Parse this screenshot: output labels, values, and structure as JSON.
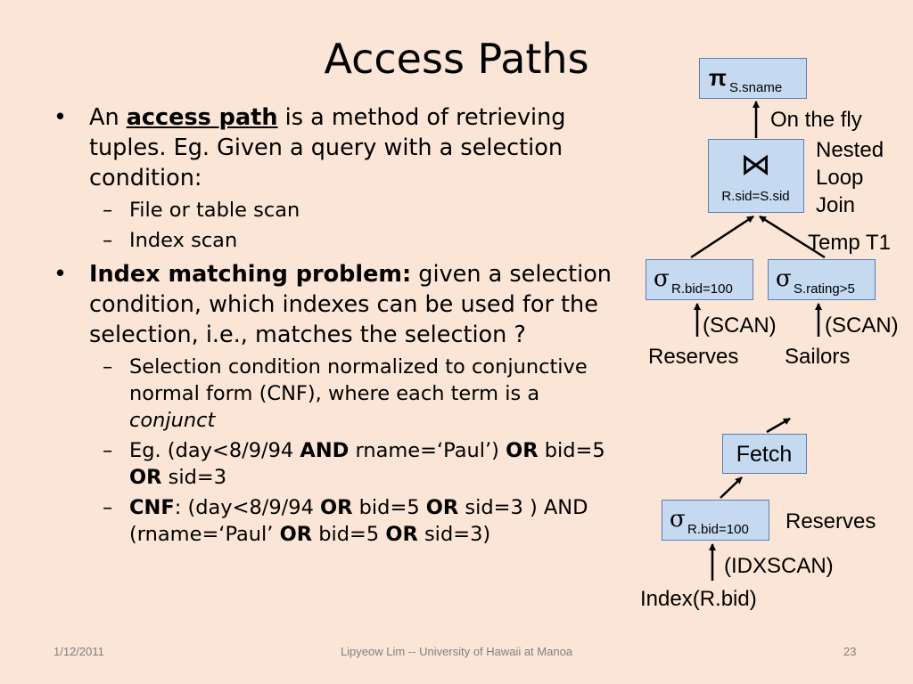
{
  "title": "Access Paths",
  "bullet1": {
    "pre": "An ",
    "term": "access path",
    "post": " is a method of retrieving tuples. Eg. Given a query with a selection condition:",
    "subs": [
      "File or table scan",
      "Index scan"
    ]
  },
  "bullet2": {
    "head": "Index matching problem:",
    "text": " given a selection condition, which indexes can be used for the selection, i.e., matches the selection ?",
    "sub1": {
      "a": "Selection condition normalized to conjunctive normal form (CNF), where each term is a ",
      "b": "conjunct"
    },
    "sub2": {
      "a": "Eg. (day<8/9/94 ",
      "b": "AND",
      "c": " rname=‘Paul’) ",
      "d": "OR",
      "e": " bid=5 ",
      "f": "OR",
      "g": " sid=3"
    },
    "sub3": {
      "a": "CNF",
      "b": ": (day<8/9/94 ",
      "c": "OR",
      "d": " bid=5 ",
      "e": "OR",
      "f": " sid=3 ) AND (rname=‘Paul’ ",
      "g": "OR",
      "h": " bid=5 ",
      "i": "OR",
      "j": " sid=3)"
    }
  },
  "diagram1": {
    "proj_symbol": "π",
    "proj_sub": "S.sname",
    "on_the_fly": "On the fly",
    "join_symbol": "⋈",
    "join_cond": "R.sid=S.sid",
    "join_note": [
      "Nested",
      "Loop",
      "Join"
    ],
    "temp": "Temp T1",
    "sel_symbol": "σ",
    "sel_left_sub": "R.bid=100",
    "sel_right_sub": "S.rating>5",
    "scan_left": "(SCAN)",
    "scan_right": "(SCAN)",
    "rel_left": "Reserves",
    "rel_right": "Sailors"
  },
  "diagram2": {
    "fetch": "Fetch",
    "sel_symbol": "σ",
    "sel_sub": "R.bid=100",
    "rel": "Reserves",
    "scan": "(IDXSCAN)",
    "index": "Index(R.bid)"
  },
  "footer": {
    "date": "1/12/2011",
    "center": "Lipyeow Lim -- University of Hawaii at Manoa",
    "page": "23"
  },
  "colors": {
    "background": "#fbe5d6",
    "box_fill": "#c5d9f1",
    "box_border": "#5b7fae"
  }
}
